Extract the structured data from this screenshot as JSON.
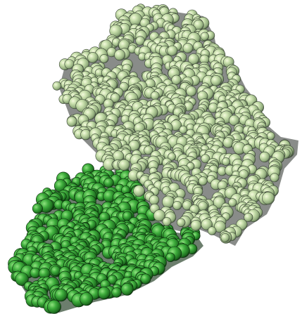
{
  "image": {
    "background": "#ffffff",
    "subject": "space-filling-protein-complex",
    "chains": [
      {
        "name": "chain-light",
        "color_highlight": "#eef6d2",
        "color_base": "#b6d29a",
        "color_shadow": "#3a3f38"
      },
      {
        "name": "chain-dark",
        "color_highlight": "#7fd86f",
        "color_base": "#3ba83a",
        "color_shadow": "#0d3d10"
      }
    ]
  }
}
